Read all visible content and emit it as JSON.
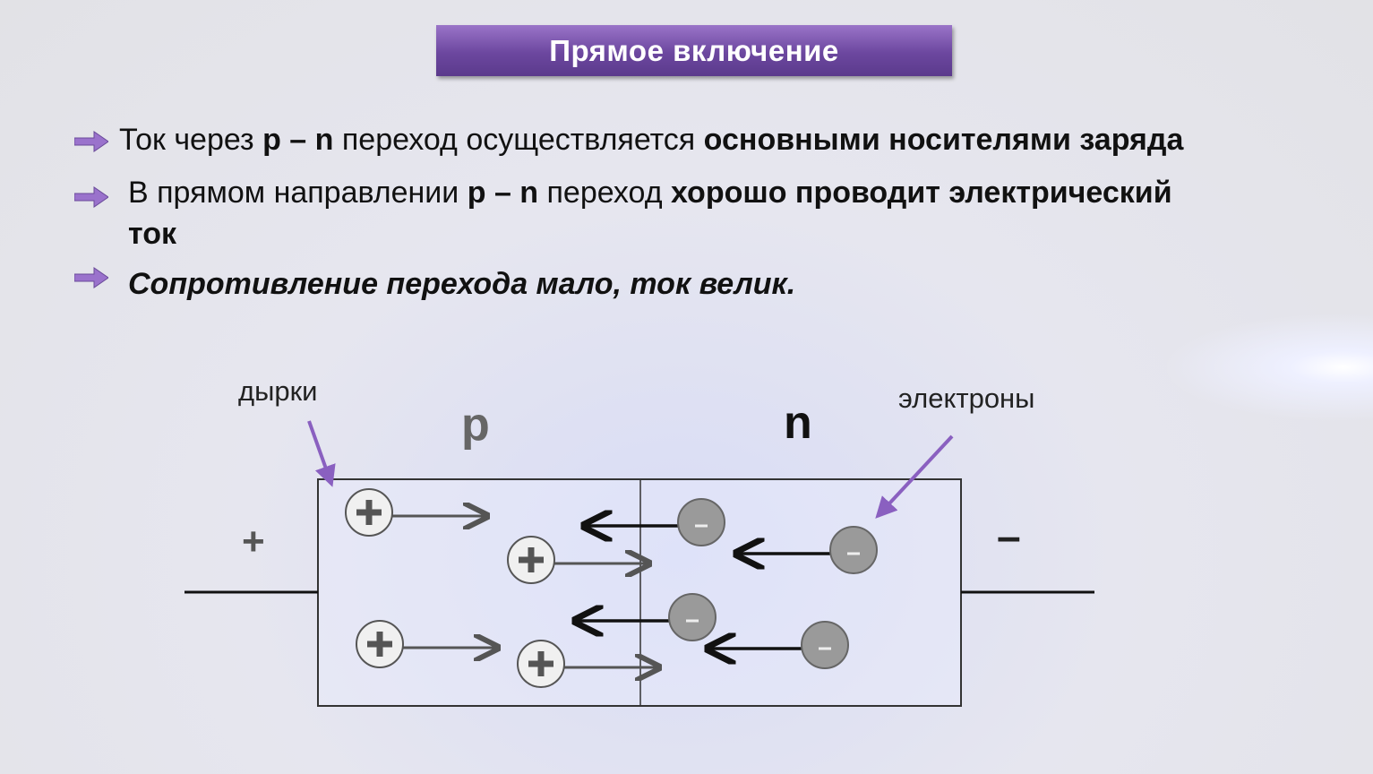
{
  "title": "Прямое включение",
  "bullets": [
    {
      "parts": [
        "Ток через ",
        "p – n",
        " переход осуществляется ",
        "основными носителями заряда"
      ]
    },
    {
      "parts": [
        "В прямом направлении ",
        "p – n",
        " переход ",
        "хорошо проводит электрический",
        "ток"
      ]
    },
    {
      "parts": [
        "Сопротивление перехода мало, ток велик."
      ]
    }
  ],
  "diagram": {
    "holes_label": "дырки",
    "electrons_label": "электроны",
    "p_label": "p",
    "n_label": "n",
    "plus_terminal": "+",
    "minus_terminal": "–",
    "hole_symbol": "+",
    "electron_symbol": "-"
  },
  "colors": {
    "accent": "#7b55b0",
    "pointer": "#8a60c0"
  }
}
